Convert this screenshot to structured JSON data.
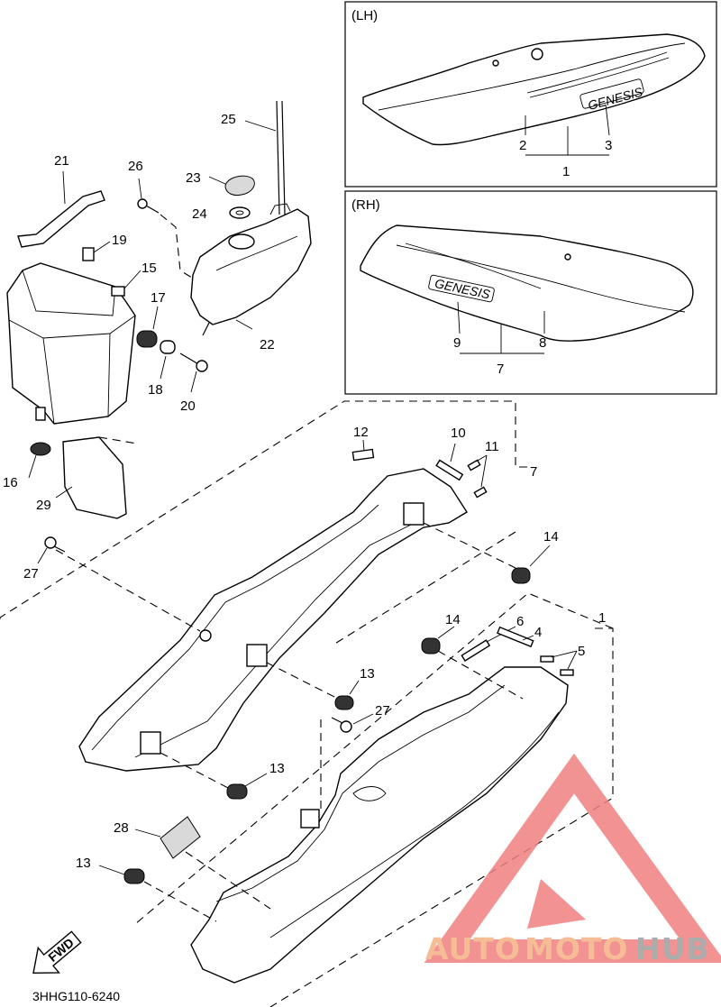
{
  "insets": {
    "lh": {
      "title": "(LH)",
      "labels": [
        "2",
        "3",
        "1"
      ],
      "logo": "GENESIS"
    },
    "rh": {
      "title": "(RH)",
      "labels": [
        "9",
        "8",
        "7"
      ],
      "logo": "GENESIS"
    }
  },
  "callouts": {
    "p1": "1",
    "p4": "4",
    "p5": "5",
    "p6": "6",
    "p7": "7",
    "p10": "10",
    "p11": "11",
    "p12": "12",
    "p13a": "13",
    "p13b": "13",
    "p13c": "13",
    "p14a": "14",
    "p14b": "14",
    "p15": "15",
    "p16": "16",
    "p17": "17",
    "p18": "18",
    "p19": "19",
    "p20": "20",
    "p21": "21",
    "p22": "22",
    "p23": "23",
    "p24": "24",
    "p25": "25",
    "p26": "26",
    "p27a": "27",
    "p27b": "27",
    "p28": "28",
    "p29": "29"
  },
  "fwd_label": "FWD",
  "diagram_code": "3HHG110-6240",
  "watermark": {
    "text_auto": "AUTO",
    "text_moto": "MOTO",
    "text_hub": "HUB",
    "color_auto": "#f4b183",
    "color_moto": "#f4b183",
    "color_hub": "#9e9e9e",
    "logo_color": "#f08080"
  }
}
